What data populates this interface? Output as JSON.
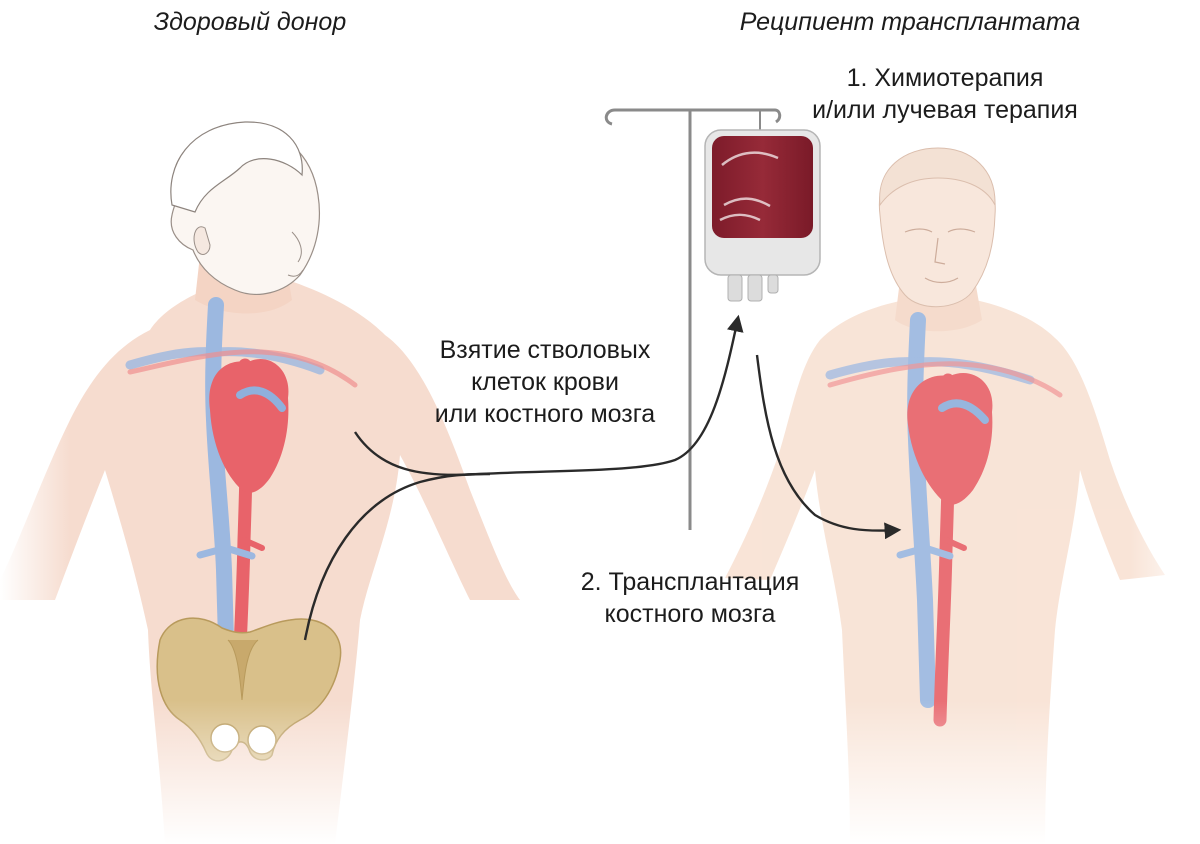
{
  "donor": {
    "title": "Здоровый донор"
  },
  "recipient": {
    "title": "Реципиент трансплантата"
  },
  "step_chemo": {
    "line1": "1. Химиотерапия",
    "line2": "и/или лучевая терапия"
  },
  "harvest": {
    "line1": "Взятие стволовых",
    "line2": "клеток крови",
    "line3": "или костного мозга"
  },
  "step_transplant": {
    "line1": "2. Трансплантация",
    "line2": "костного мозга"
  },
  "colors": {
    "skin_donor": "#f6dccf",
    "skin_recipient": "#f8e2d4",
    "artery": "#e8636a",
    "vein": "#9cb8e0",
    "bone": "#d9c08a",
    "blood_bag": "#8f2432",
    "arrow": "#2a2a2a"
  }
}
